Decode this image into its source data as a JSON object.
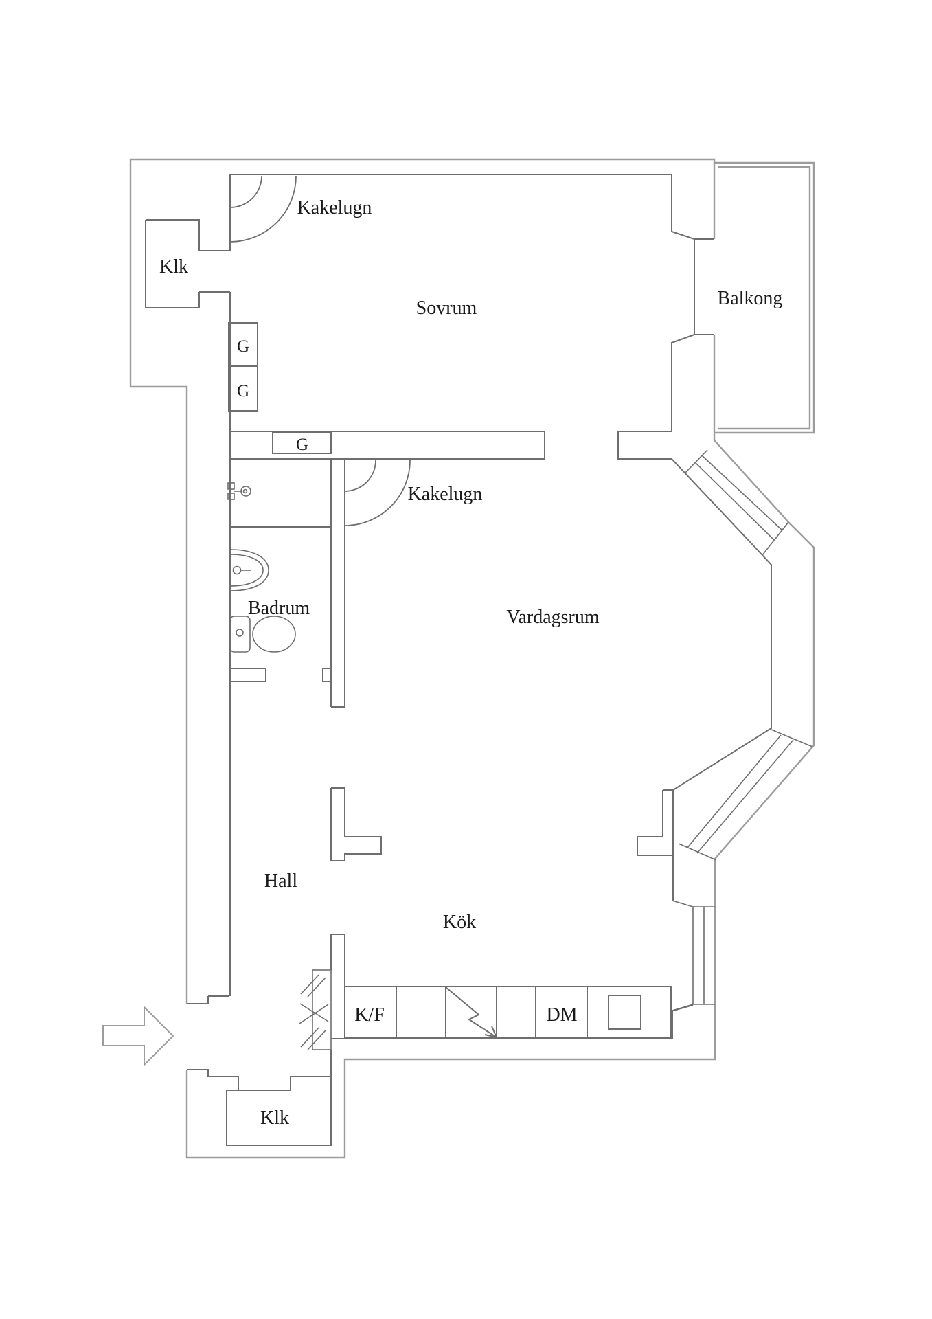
{
  "document": {
    "type": "apartment-floor-plan",
    "language": "Swedish"
  },
  "colors": {
    "background": "#ffffff",
    "outer_wall_line": "#9c9c9c",
    "inner_wall_line": "#6e6e6e",
    "fixture_line": "#6e6e6e",
    "text": "#1b1b1b"
  },
  "labels": {
    "kakelugn_top": "Kakelugn",
    "klk_top": "Klk",
    "sovrum": "Sovrum",
    "balkong": "Balkong",
    "g1": "G",
    "g2": "G",
    "g3": "G",
    "kakelugn_mid": "Kakelugn",
    "badrum": "Badrum",
    "vardagsrum": "Vardagsrum",
    "hall": "Hall",
    "kok": "Kök",
    "kf": "K/F",
    "dm": "DM",
    "klk_bottom": "Klk"
  },
  "rooms": [
    {
      "name": "Sovrum"
    },
    {
      "name": "Balkong"
    },
    {
      "name": "Vardagsrum"
    },
    {
      "name": "Badrum"
    },
    {
      "name": "Hall"
    },
    {
      "name": "Kök"
    },
    {
      "name": "Klk"
    },
    {
      "name": "Klk"
    }
  ],
  "fixtures": [
    {
      "name": "tiled stove",
      "label": "Kakelugn",
      "count": 2
    },
    {
      "name": "wardrobe",
      "label": "G",
      "count": 3
    },
    {
      "name": "fridge-freezer",
      "label": "K/F"
    },
    {
      "name": "stove",
      "symbol": "lightning-bolt"
    },
    {
      "name": "dishwasher",
      "label": "DM"
    },
    {
      "name": "kitchen-sink",
      "symbol": "square"
    },
    {
      "name": "shower"
    },
    {
      "name": "washbasin"
    },
    {
      "name": "toilet"
    },
    {
      "name": "sliding-door",
      "symbol": "hatched"
    },
    {
      "name": "entrance",
      "symbol": "arrow"
    }
  ]
}
